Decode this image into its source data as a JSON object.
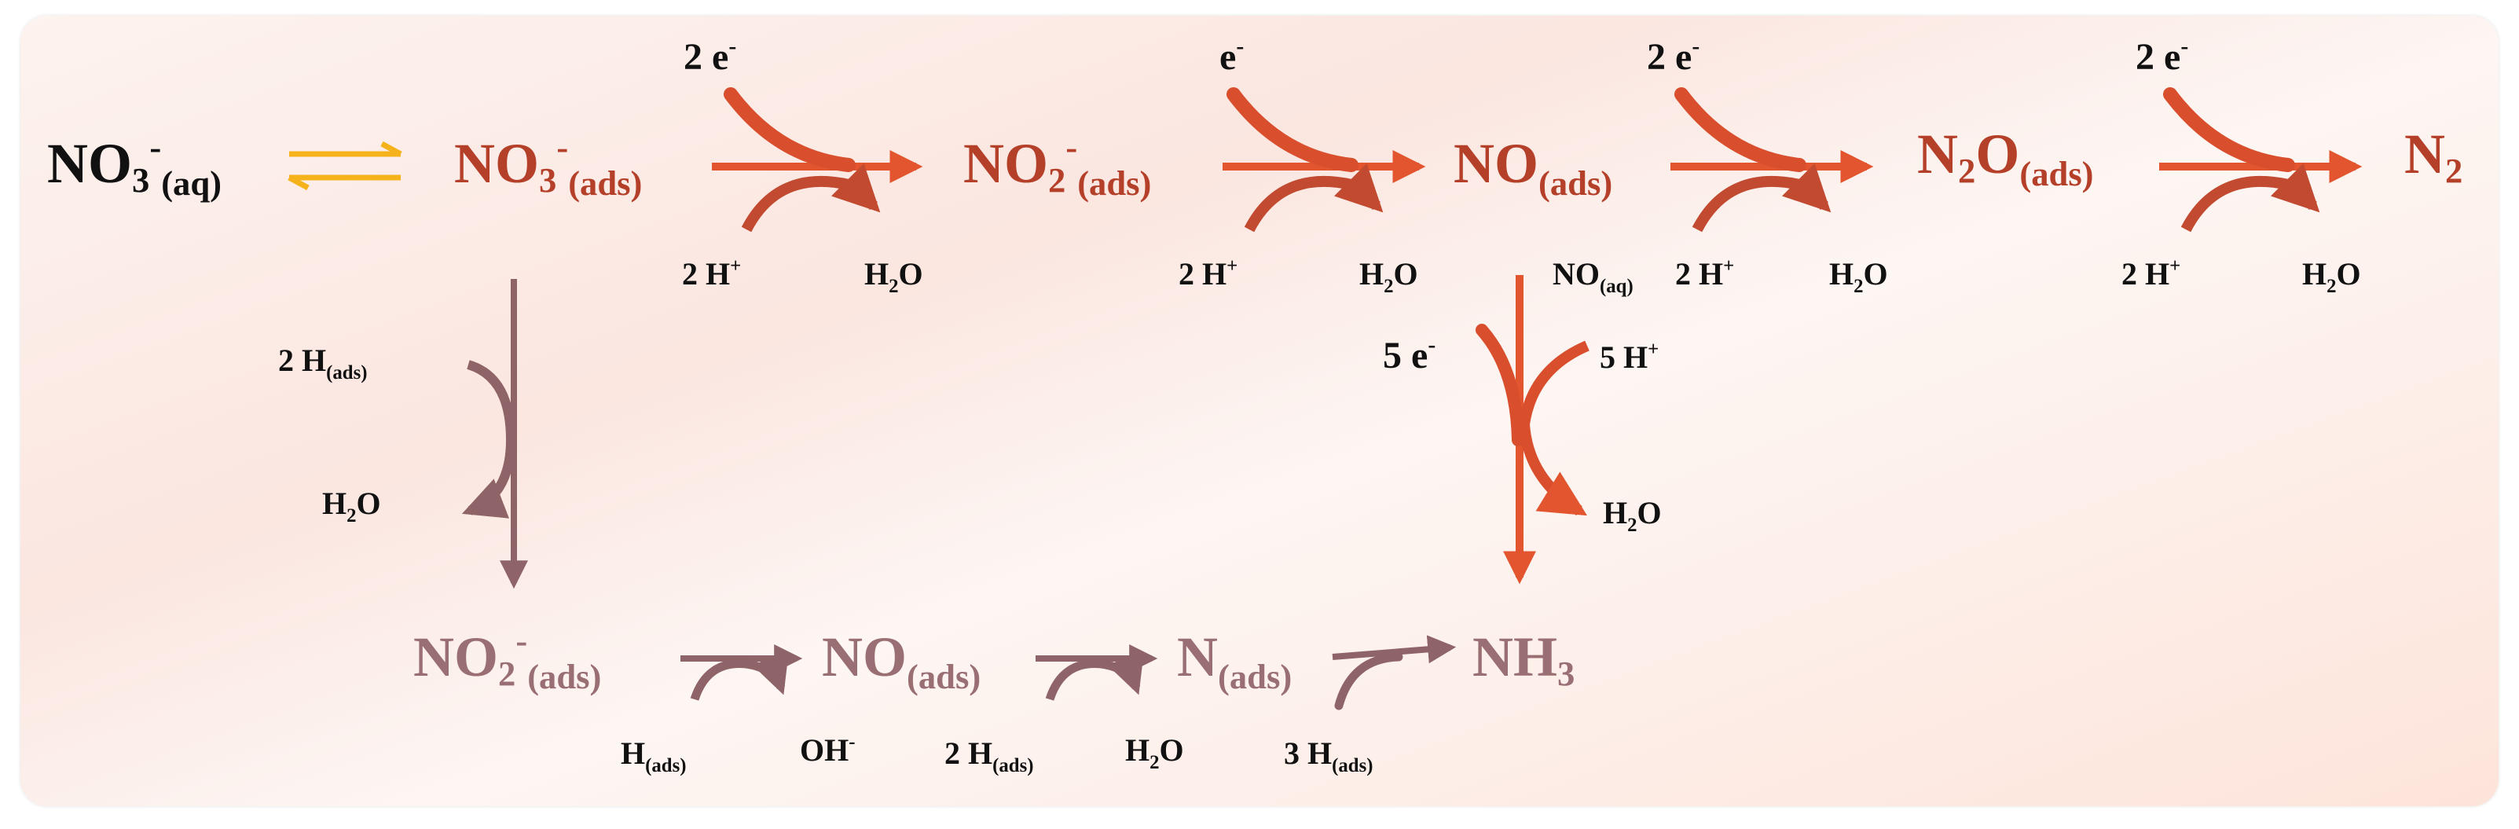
{
  "diagram": {
    "colors": {
      "main_path": "#e2552f",
      "secondary_path": "#8f6468",
      "equilibrium": "#f5b21a",
      "aq_species": "#111111",
      "ads_species": "#b5402a",
      "lower_species": "#9a6f73"
    },
    "species": {
      "no3_aq": {
        "base": "NO",
        "sub": "3",
        "sup": "-",
        "phase": "(aq)"
      },
      "no3_ads": {
        "base": "NO",
        "sub": "3",
        "sup": "-",
        "phase": "(ads)"
      },
      "no2_ads_top": {
        "base": "NO",
        "sub": "2",
        "sup": "-",
        "phase": "(ads)"
      },
      "no_ads_top": {
        "base": "NO",
        "phase": "(ads)"
      },
      "n2o_ads": {
        "base": "N",
        "sub": "2",
        "base2": "O",
        "phase": "(ads)"
      },
      "n2": {
        "base": "N",
        "sub": "2"
      },
      "no2_ads_bottom": {
        "base": "NO",
        "sub": "2",
        "sup": "-",
        "phase": "(ads)"
      },
      "no_ads_bottom": {
        "base": "NO",
        "phase": "(ads)"
      },
      "n_ads": {
        "base": "N",
        "phase": "(ads)"
      },
      "nh3": {
        "base": "NH",
        "sub": "3"
      }
    },
    "steps": {
      "s1": {
        "electrons": "2 e",
        "electron_sup": "-",
        "protons": "2 H",
        "proton_sup": "+",
        "water": "H",
        "water_sub": "2",
        "water_o": "O"
      },
      "s2": {
        "electrons": "e",
        "electron_sup": "-",
        "protons": "2 H",
        "proton_sup": "+",
        "water": "H",
        "water_sub": "2",
        "water_o": "O",
        "side_species": "NO",
        "side_phase": "(aq)"
      },
      "s3": {
        "electrons": "2 e",
        "electron_sup": "-",
        "protons": "2 H",
        "proton_sup": "+",
        "water": "H",
        "water_sub": "2",
        "water_o": "O"
      },
      "s4": {
        "electrons": "2 e",
        "electron_sup": "-",
        "protons": "2 H",
        "proton_sup": "+",
        "water": "H",
        "water_sub": "2",
        "water_o": "O"
      },
      "vertical_right": {
        "electrons": "5 e",
        "electron_sup": "-",
        "protons": "5 H",
        "proton_sup": "+",
        "water": "H",
        "water_sub": "2",
        "water_o": "O"
      },
      "vertical_left": {
        "reagent": "2 H",
        "reagent_phase": "(ads)",
        "water": "H",
        "water_sub": "2",
        "water_o": "O"
      },
      "b1": {
        "reagent": "H",
        "reagent_phase": "(ads)",
        "product": "OH",
        "product_sup": "-"
      },
      "b2": {
        "reagent": "2 H",
        "reagent_phase": "(ads)",
        "product": "H",
        "product_sub": "2",
        "product_o": "O"
      },
      "b3": {
        "reagent": "3 H",
        "reagent_phase": "(ads)"
      }
    }
  }
}
